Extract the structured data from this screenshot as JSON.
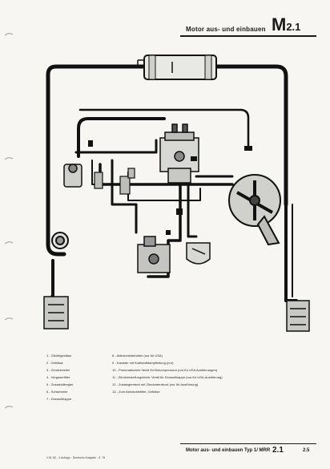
{
  "header": {
    "title": "Motor aus- und einbauen",
    "code_main": "M",
    "code_sub": "2.1"
  },
  "legend": {
    "left": [
      "1 - Ölkühlgebläse",
      "2 - Gebläse",
      "3 - Zündverteiler",
      "4 - Vergaserfilter",
      "5 - Zusatzluftregler",
      "6 - Schwimmer",
      "7 - Drosselklappe"
    ],
    "right": [
      "8 - Aktivkohlebehälter (nur für USA)",
      "9 - Kanister mit Kraftstoffdampfleitung (nur)",
      "10 - Pneumatisches Ventil für Dekompression (nur für USA Ausführungen)",
      "11 - Zündverstellung/elektr. Ventil für Drosselklappe (nur für USA-Ausführung)",
      "12 - Zusatzgemisch mit Zündunterdruck (nur für Ausführung)",
      "13 - Zum Aktivkohlefilter, Gebläse"
    ]
  },
  "footer": {
    "left_text": "V.W. 82 - 4 Auflage - Deutsche Ausgabe - 6. 78",
    "title": "Motor aus- und einbauen Typ 1/ MRR",
    "page": "2.1",
    "page_small": "2.5"
  }
}
